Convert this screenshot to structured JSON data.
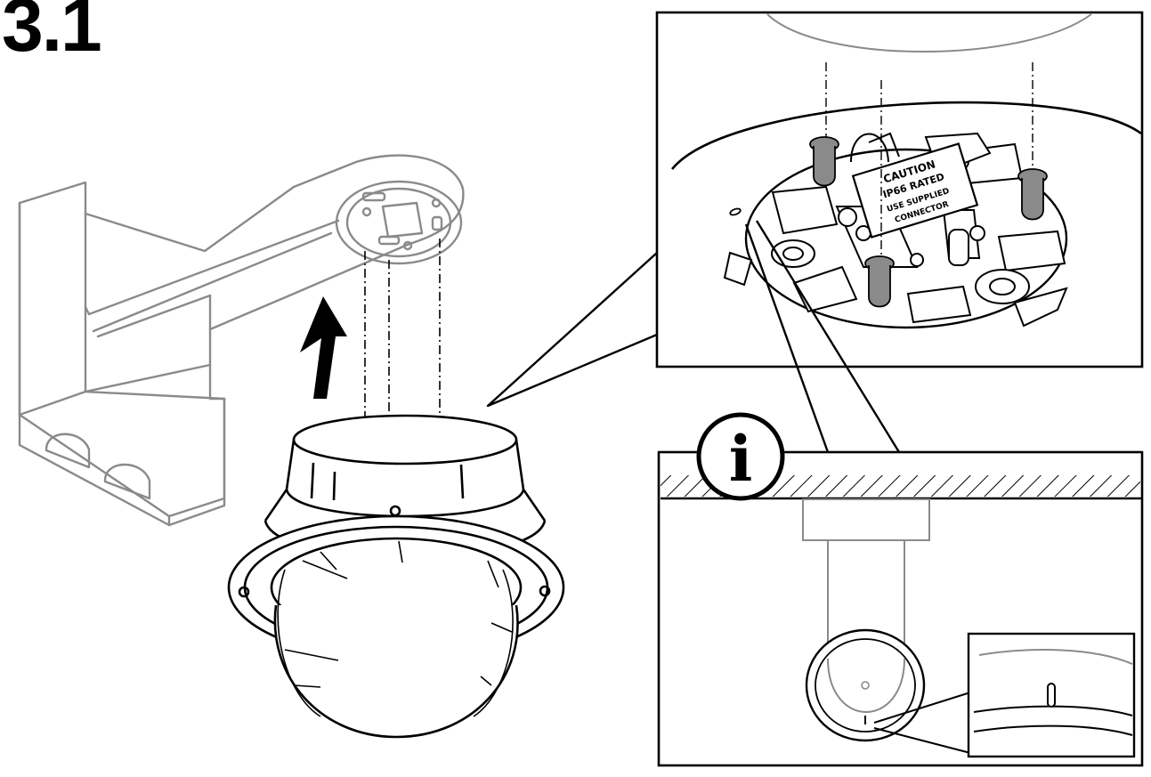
{
  "diagram": {
    "step_number": "3.1",
    "info_symbol": "i",
    "caution_label": {
      "line1": "CAUTION",
      "line2": "IP66 RATED",
      "line3": "USE SUPPLIED",
      "line4": "CONNECTOR"
    },
    "colors": {
      "line": "#000000",
      "faint_line": "#8a8a8a",
      "background": "#ffffff",
      "marker": "#000000"
    },
    "icons": [
      "up-arrow-icon",
      "info-icon"
    ]
  }
}
